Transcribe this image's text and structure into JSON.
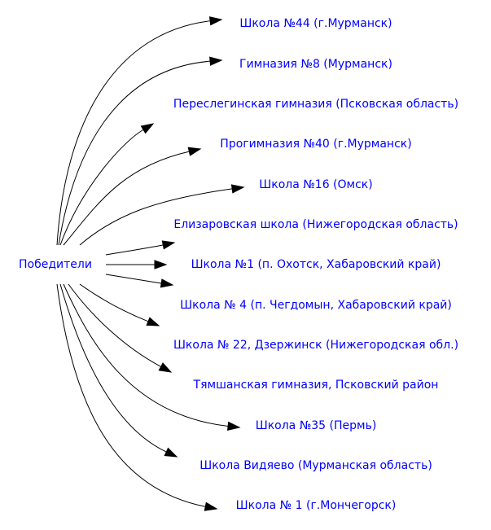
{
  "graph": {
    "root": {
      "label": "Победители"
    },
    "nodes": [
      {
        "id": "n1",
        "label": "Школа №44 (г.Мурманск)"
      },
      {
        "id": "n2",
        "label": "Гимназия №8 (Мурманск)"
      },
      {
        "id": "n3",
        "label": "Переслегинская гимназия (Псковская область)"
      },
      {
        "id": "n4",
        "label": "Прогимназия №40 (г.Мурманск)"
      },
      {
        "id": "n5",
        "label": "Школа №16 (Омск)"
      },
      {
        "id": "n6",
        "label": "Елизаровская школа (Нижегородская область)"
      },
      {
        "id": "n7",
        "label": "Школа №1 (п. Охотск, Хабаровский край)"
      },
      {
        "id": "n8",
        "label": "Школа № 4 (п. Чегдомын, Хабаровский край)"
      },
      {
        "id": "n9",
        "label": "Школа № 22, Дзержинск (Нижегородская обл.)"
      },
      {
        "id": "n10",
        "label": "Тямшанская гимназия, Псковский район"
      },
      {
        "id": "n11",
        "label": "Школа №35 (Пермь)"
      },
      {
        "id": "n12",
        "label": "Школа Видяево (Мурманская область)"
      },
      {
        "id": "n13",
        "label": "Школа № 1 (г.Мончегорск)"
      }
    ],
    "colors": {
      "link": "#0000ff",
      "edge": "#000000"
    }
  }
}
